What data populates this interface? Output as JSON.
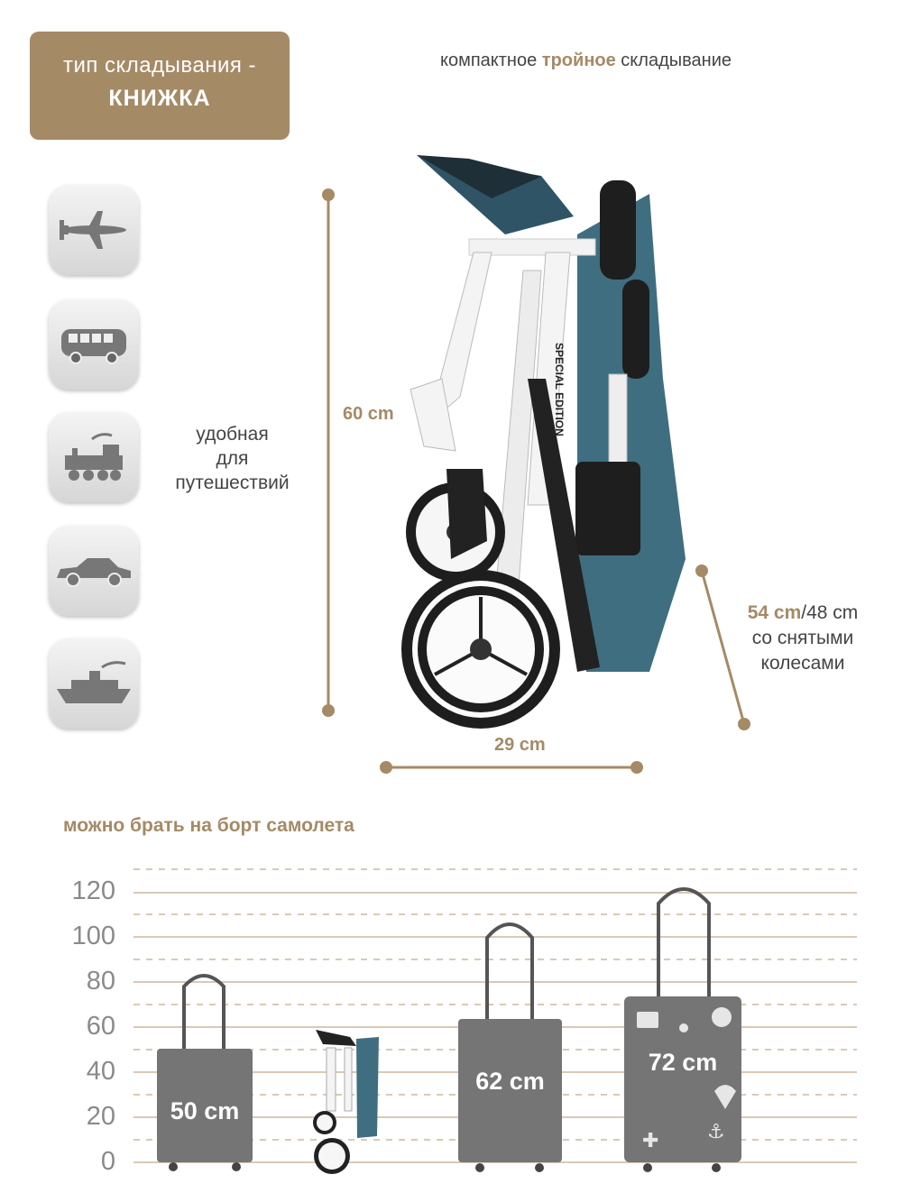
{
  "badge": {
    "line1": "тип складывания -",
    "line2": "КНИЖКА"
  },
  "tagline": {
    "before": "компактное ",
    "highlight": "тройное",
    "after": " складывание"
  },
  "transport_icons": [
    "airplane-icon",
    "bus-icon",
    "train-icon",
    "car-icon",
    "ship-icon"
  ],
  "travel_text": [
    "удобная",
    "для",
    "путешествий"
  ],
  "dimensions": {
    "height": "60 cm",
    "width": "29 cm",
    "depth_main": "54 cm",
    "depth_alt": "/48 cm",
    "depth_note_1": "со снятыми",
    "depth_note_2": "колесами"
  },
  "airplane_section": {
    "title": "можно брать на борт самолета",
    "y_ticks": [
      "120",
      "100",
      "80",
      "60",
      "40",
      "20",
      "0"
    ],
    "cases": [
      {
        "label": "50 cm",
        "height_value": 50
      },
      {
        "label": "62 cm",
        "height_value": 62
      },
      {
        "label": "72 cm",
        "height_value": 72
      }
    ]
  },
  "colors": {
    "accent": "#a58a66",
    "case_gray": "#747474",
    "teal_fabric": "#3e6e80"
  }
}
